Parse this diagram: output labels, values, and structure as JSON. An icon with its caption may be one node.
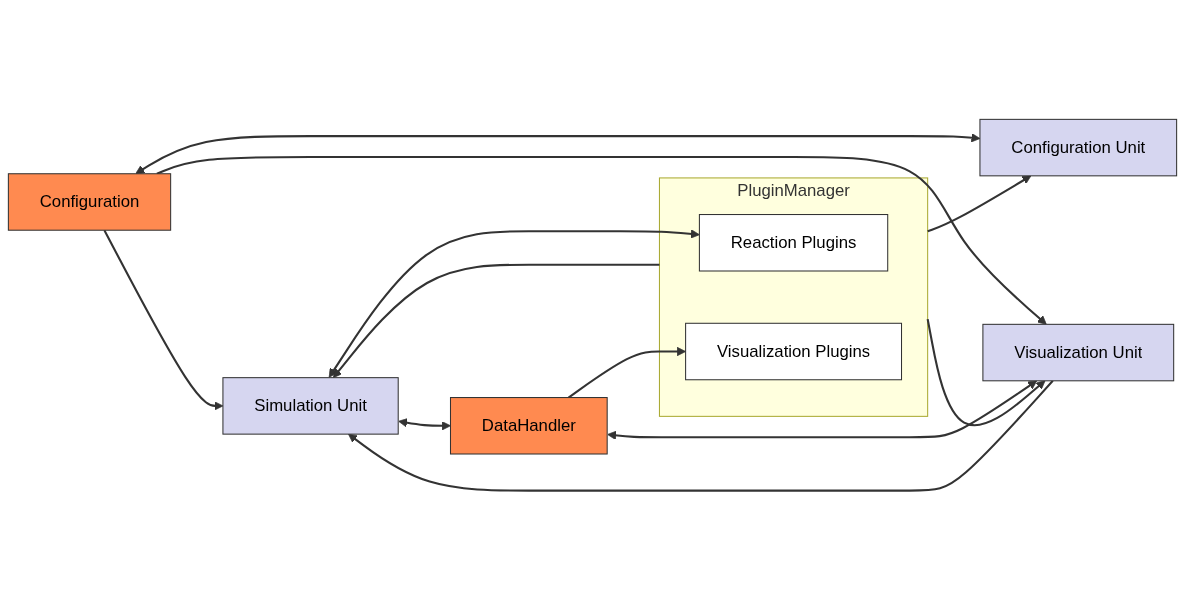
{
  "diagram": {
    "nodes": [
      {
        "text": [
          "Configuration"
        ]
      },
      {
        "text": [
          "Configuration Unit"
        ]
      },
      {
        "text": [
          "Simulation Unit"
        ]
      },
      {
        "text": [
          "DataHandler"
        ]
      },
      {
        "text": [
          "Visualization Unit"
        ]
      },
      {
        "text": [
          "PluginManager"
        ]
      },
      {
        "text": [
          "Reaction Plugins"
        ],
        "in": 5
      },
      {
        "text": [
          "Visualization Plugins"
        ],
        "in": 5
      }
    ],
    "edges": [
      {
        "from": 0,
        "to": 1,
        "arrow": "both"
      },
      {
        "from": 0,
        "to": 2,
        "arrow": "to"
      },
      {
        "from": 0,
        "to": 4,
        "arrow": "to"
      },
      {
        "from": 5,
        "to": 1,
        "arrow": "to"
      },
      {
        "from": 5,
        "to": 2,
        "arrow": "to"
      },
      {
        "from": 5,
        "to": 4,
        "arrow": "to"
      },
      {
        "from": 2,
        "to": 6,
        "arrow": "both"
      },
      {
        "from": 2,
        "to": 3,
        "arrow": "both"
      },
      {
        "from": 3,
        "to": 4,
        "arrow": "both"
      },
      {
        "from": 3,
        "to": 7,
        "arrow": "to"
      },
      {
        "from": 4,
        "to": 2,
        "arrow": "to"
      }
    ]
  }
}
